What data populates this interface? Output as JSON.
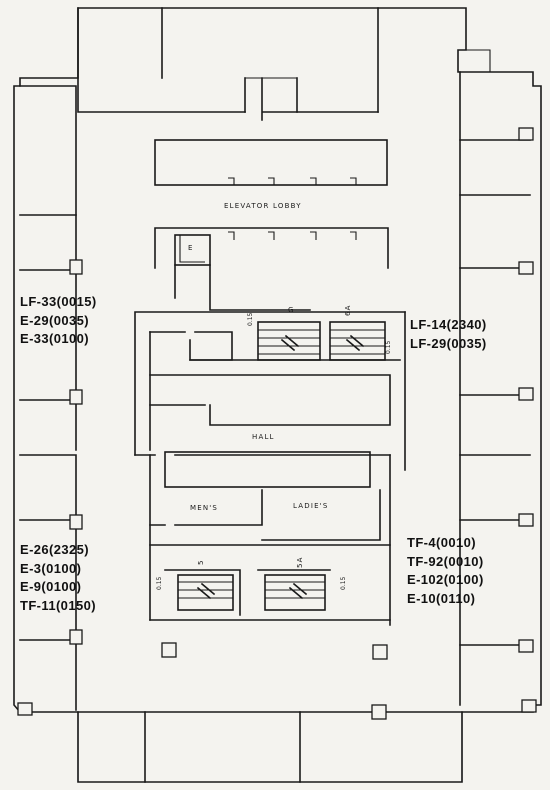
{
  "rooms": {
    "elevator_lobby": "ELEVATOR LOBBY",
    "hall": "HALL",
    "mens": "MEN'S",
    "ladies": "LADIE'S",
    "elevator_mark": "E",
    "stair_g": "G",
    "stair_6a": "6A",
    "stair_5": "5",
    "stair_5a": "5A",
    "stair_note": "0.15"
  },
  "labels": {
    "west_upper": [
      "LF-33(0015)",
      "E-29(0035)",
      "E-33(0100)"
    ],
    "east_upper": [
      "LF-14(2340)",
      "LF-29(0035)"
    ],
    "west_lower": [
      "E-26(2325)",
      "E-3(0100)",
      "E-9(0100)",
      "TF-11(0150)"
    ],
    "east_lower": [
      "TF-4(0010)",
      "TF-92(0010)",
      "E-102(0100)",
      "E-10(0110)"
    ]
  }
}
